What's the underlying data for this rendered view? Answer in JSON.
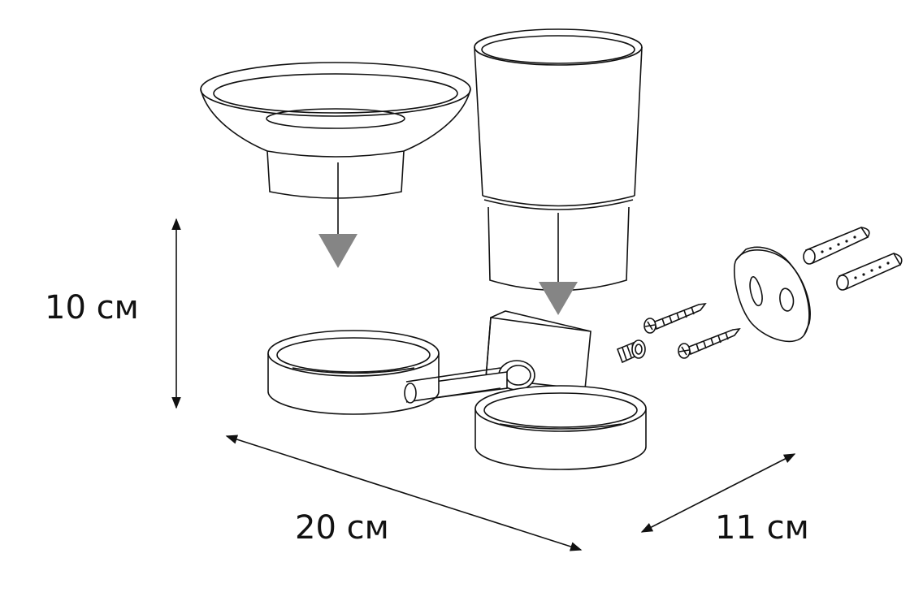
{
  "dimensions": {
    "height": "10 см",
    "width": "20 см",
    "depth": "11 см"
  },
  "colors": {
    "line": "#111111",
    "arrow": "#858585",
    "background": "#ffffff"
  }
}
